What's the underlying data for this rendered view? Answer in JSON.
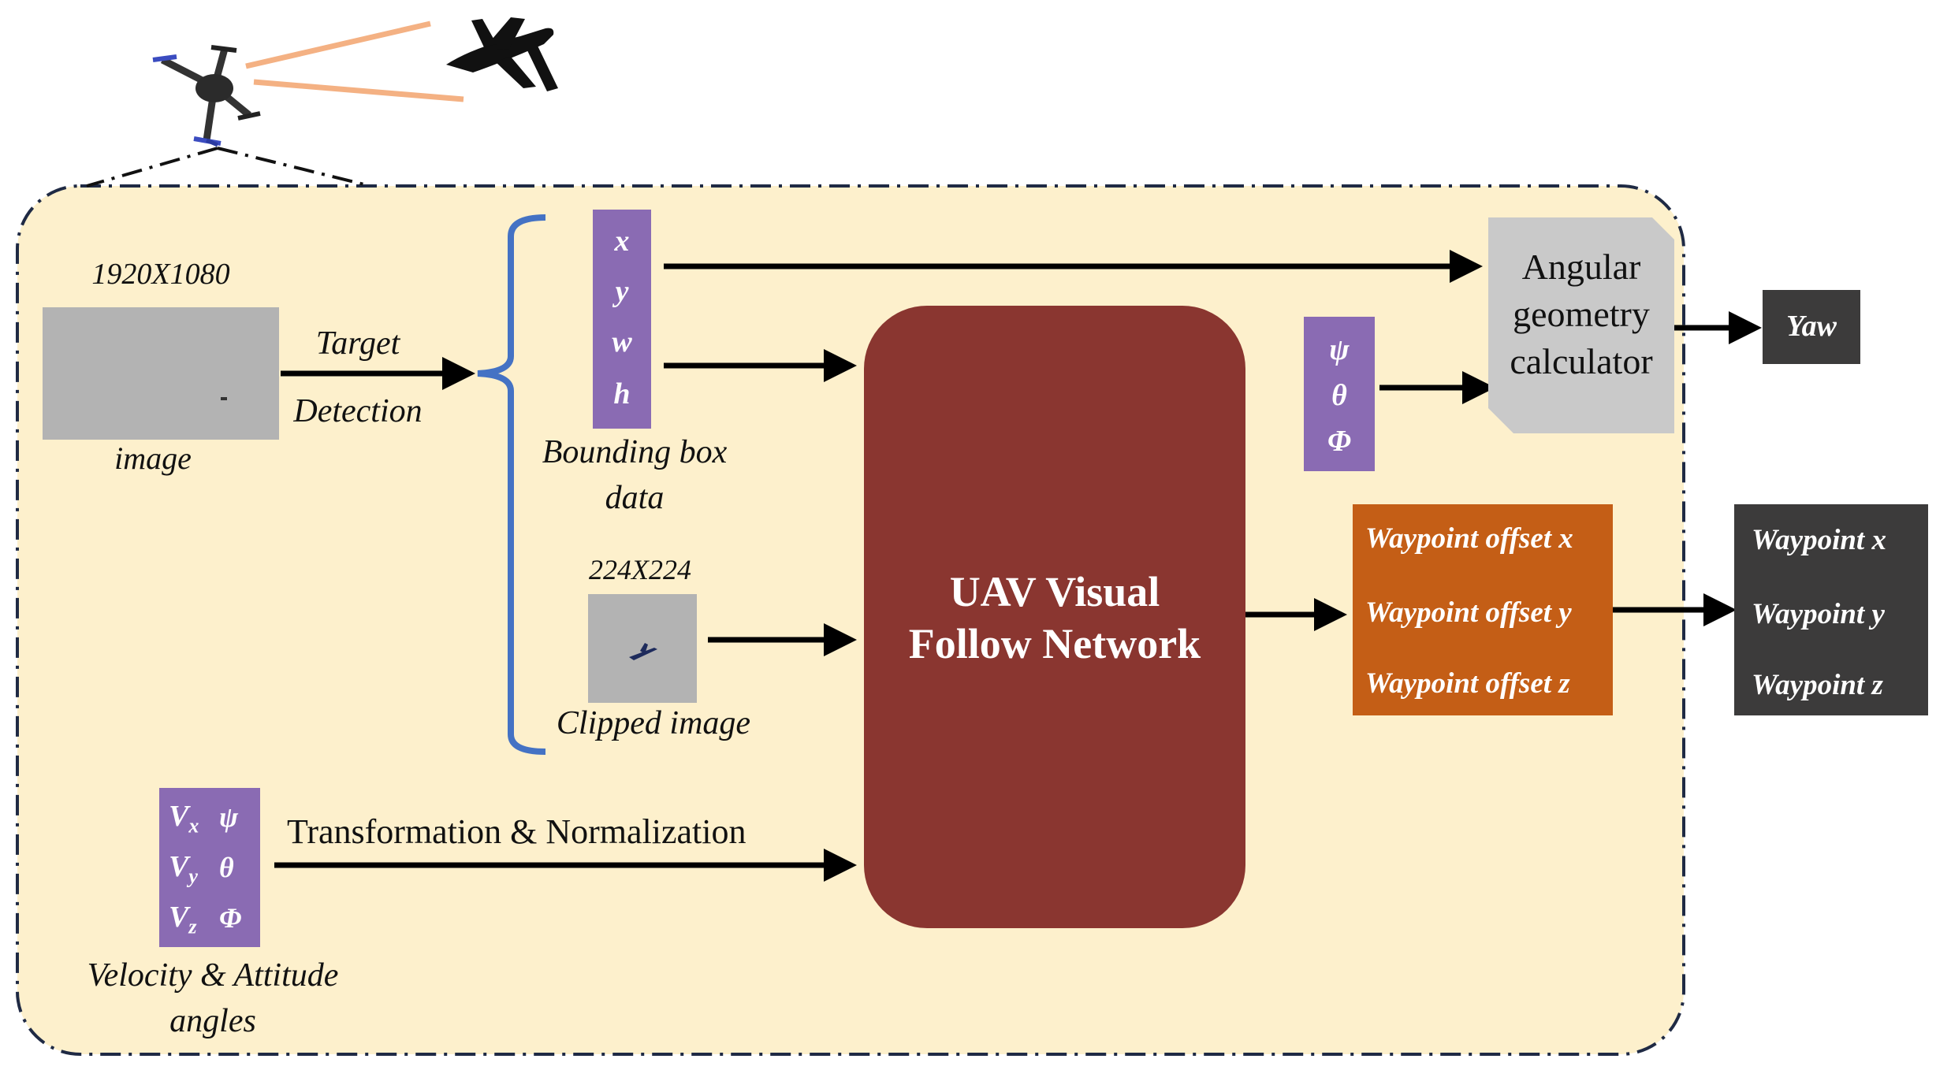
{
  "input_image": {
    "resolution": "1920X1080",
    "caption": "image"
  },
  "detection": {
    "line1": "Target",
    "line2": "Detection"
  },
  "bbox": {
    "values": [
      "x",
      "y",
      "w",
      "h"
    ],
    "caption_line1": "Bounding box",
    "caption_line2": "data"
  },
  "clipped": {
    "resolution": "224X224",
    "caption": "Clipped image"
  },
  "attitude_small": {
    "values": [
      "ψ",
      "θ",
      "Φ"
    ]
  },
  "angular": {
    "line1": "Angular",
    "line2": "geometry",
    "line3": "calculator"
  },
  "yaw": {
    "label": "Yaw"
  },
  "network": {
    "line1": "UAV Visual",
    "line2": "Follow Network"
  },
  "offsets": {
    "items": [
      "Waypoint offset x",
      "Waypoint offset y",
      "Waypoint offset z"
    ]
  },
  "waypoints": {
    "items": [
      "Waypoint x",
      "Waypoint y",
      "Waypoint z"
    ]
  },
  "state": {
    "velocity": [
      "V",
      "V",
      "V"
    ],
    "velocity_sub": [
      "x",
      "y",
      "z"
    ],
    "angles": [
      "ψ",
      "θ",
      "Φ"
    ],
    "caption_line1": "Velocity & Attitude",
    "caption_line2": "angles"
  },
  "transform": {
    "label": "Transformation & Normalization"
  },
  "colors": {
    "panel": "#fdf0cc",
    "purple": "#8a6bb3",
    "network": "#8a3630",
    "orange": "#c45e16",
    "dark": "#3c3b3b",
    "calculator": "#c9c9c9",
    "brace": "#4472c4",
    "beam": "#f4b183"
  }
}
